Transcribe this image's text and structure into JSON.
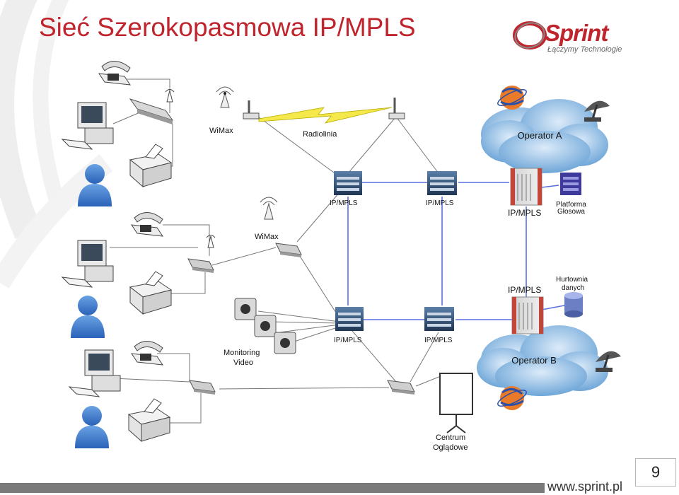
{
  "title": "Sieć Szerokopasmowa IP/MPLS",
  "logo": {
    "wordmark": "Sprint",
    "tagline": "Łączymy Technologie"
  },
  "page_number": "9",
  "footer_url": "www.sprint.pl",
  "accent_color": "#c0242c",
  "diagram": {
    "labels": {
      "wimax_top": "WiMax",
      "radiolinia": "Radiolinia",
      "wimax_mid": "WiMax",
      "operator_a": "Operator A",
      "operator_b": "Operator B",
      "router_tl": "IP/MPLS",
      "router_tm": "IP/MPLS",
      "router_tr": "IP/MPLS",
      "router_bl": "IP/MPLS",
      "router_bm": "IP/MPLS",
      "router_br": "IP/MPLS",
      "platform_voice_1": "Platforma",
      "platform_voice_2": "Głosowa",
      "warehouse_1": "Hurtownia",
      "warehouse_2": "danych",
      "monitoring_1": "Monitoring",
      "monitoring_2": "Video",
      "center_1": "Centrum",
      "center_2": "Oglądowe"
    }
  }
}
